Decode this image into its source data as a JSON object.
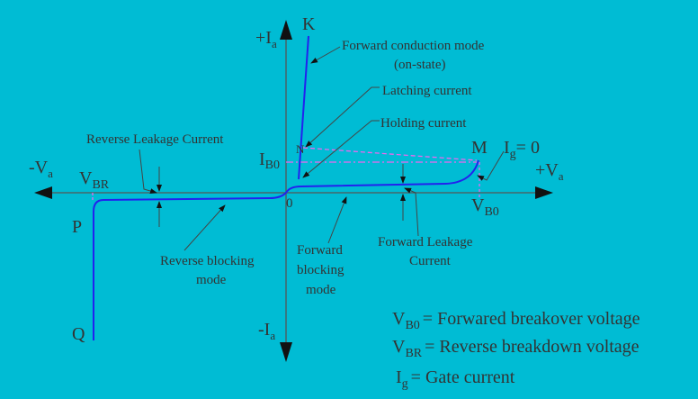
{
  "axes": {
    "pos_current": "+I",
    "neg_current": "-I",
    "pos_voltage": "+V",
    "neg_voltage": "-V",
    "sub": "a",
    "origin": "0"
  },
  "points": {
    "K": "K",
    "N": "N",
    "M": "M",
    "P": "P",
    "Q": "Q"
  },
  "labels": {
    "vbr_main": "V",
    "vbr_sub": "BR",
    "ib0_main": "I",
    "ib0_sub": "B0",
    "vb0_main": "V",
    "vb0_sub": "B0",
    "ig_main": "I",
    "ig_sub": "g",
    "ig_value": "= 0",
    "forward_conduction": "Forward conduction mode",
    "on_state": "(on-state)",
    "latching": "Latching current",
    "holding": "Holding current",
    "reverse_leakage": "Reverse Leakage Current",
    "reverse_blocking_1": "Reverse blocking",
    "reverse_blocking_2": "mode",
    "forward_blocking_1": "Forward",
    "forward_blocking_2": "blocking",
    "forward_blocking_3": "mode",
    "forward_leakage_1": "Forward Leakage",
    "forward_leakage_2": "Current"
  },
  "legend": [
    {
      "main": "V",
      "sub": "B0",
      "text": "= Forwared breakover voltage"
    },
    {
      "main": "V",
      "sub": "BR",
      "text": "= Reverse breakdown voltage"
    },
    {
      "main": "I",
      "sub": "g",
      "text": "= Gate current"
    }
  ],
  "colors": {
    "background": "#00BCD4",
    "curve": "#2222EE",
    "dashed": "#EE66EE",
    "text": "#333333"
  }
}
